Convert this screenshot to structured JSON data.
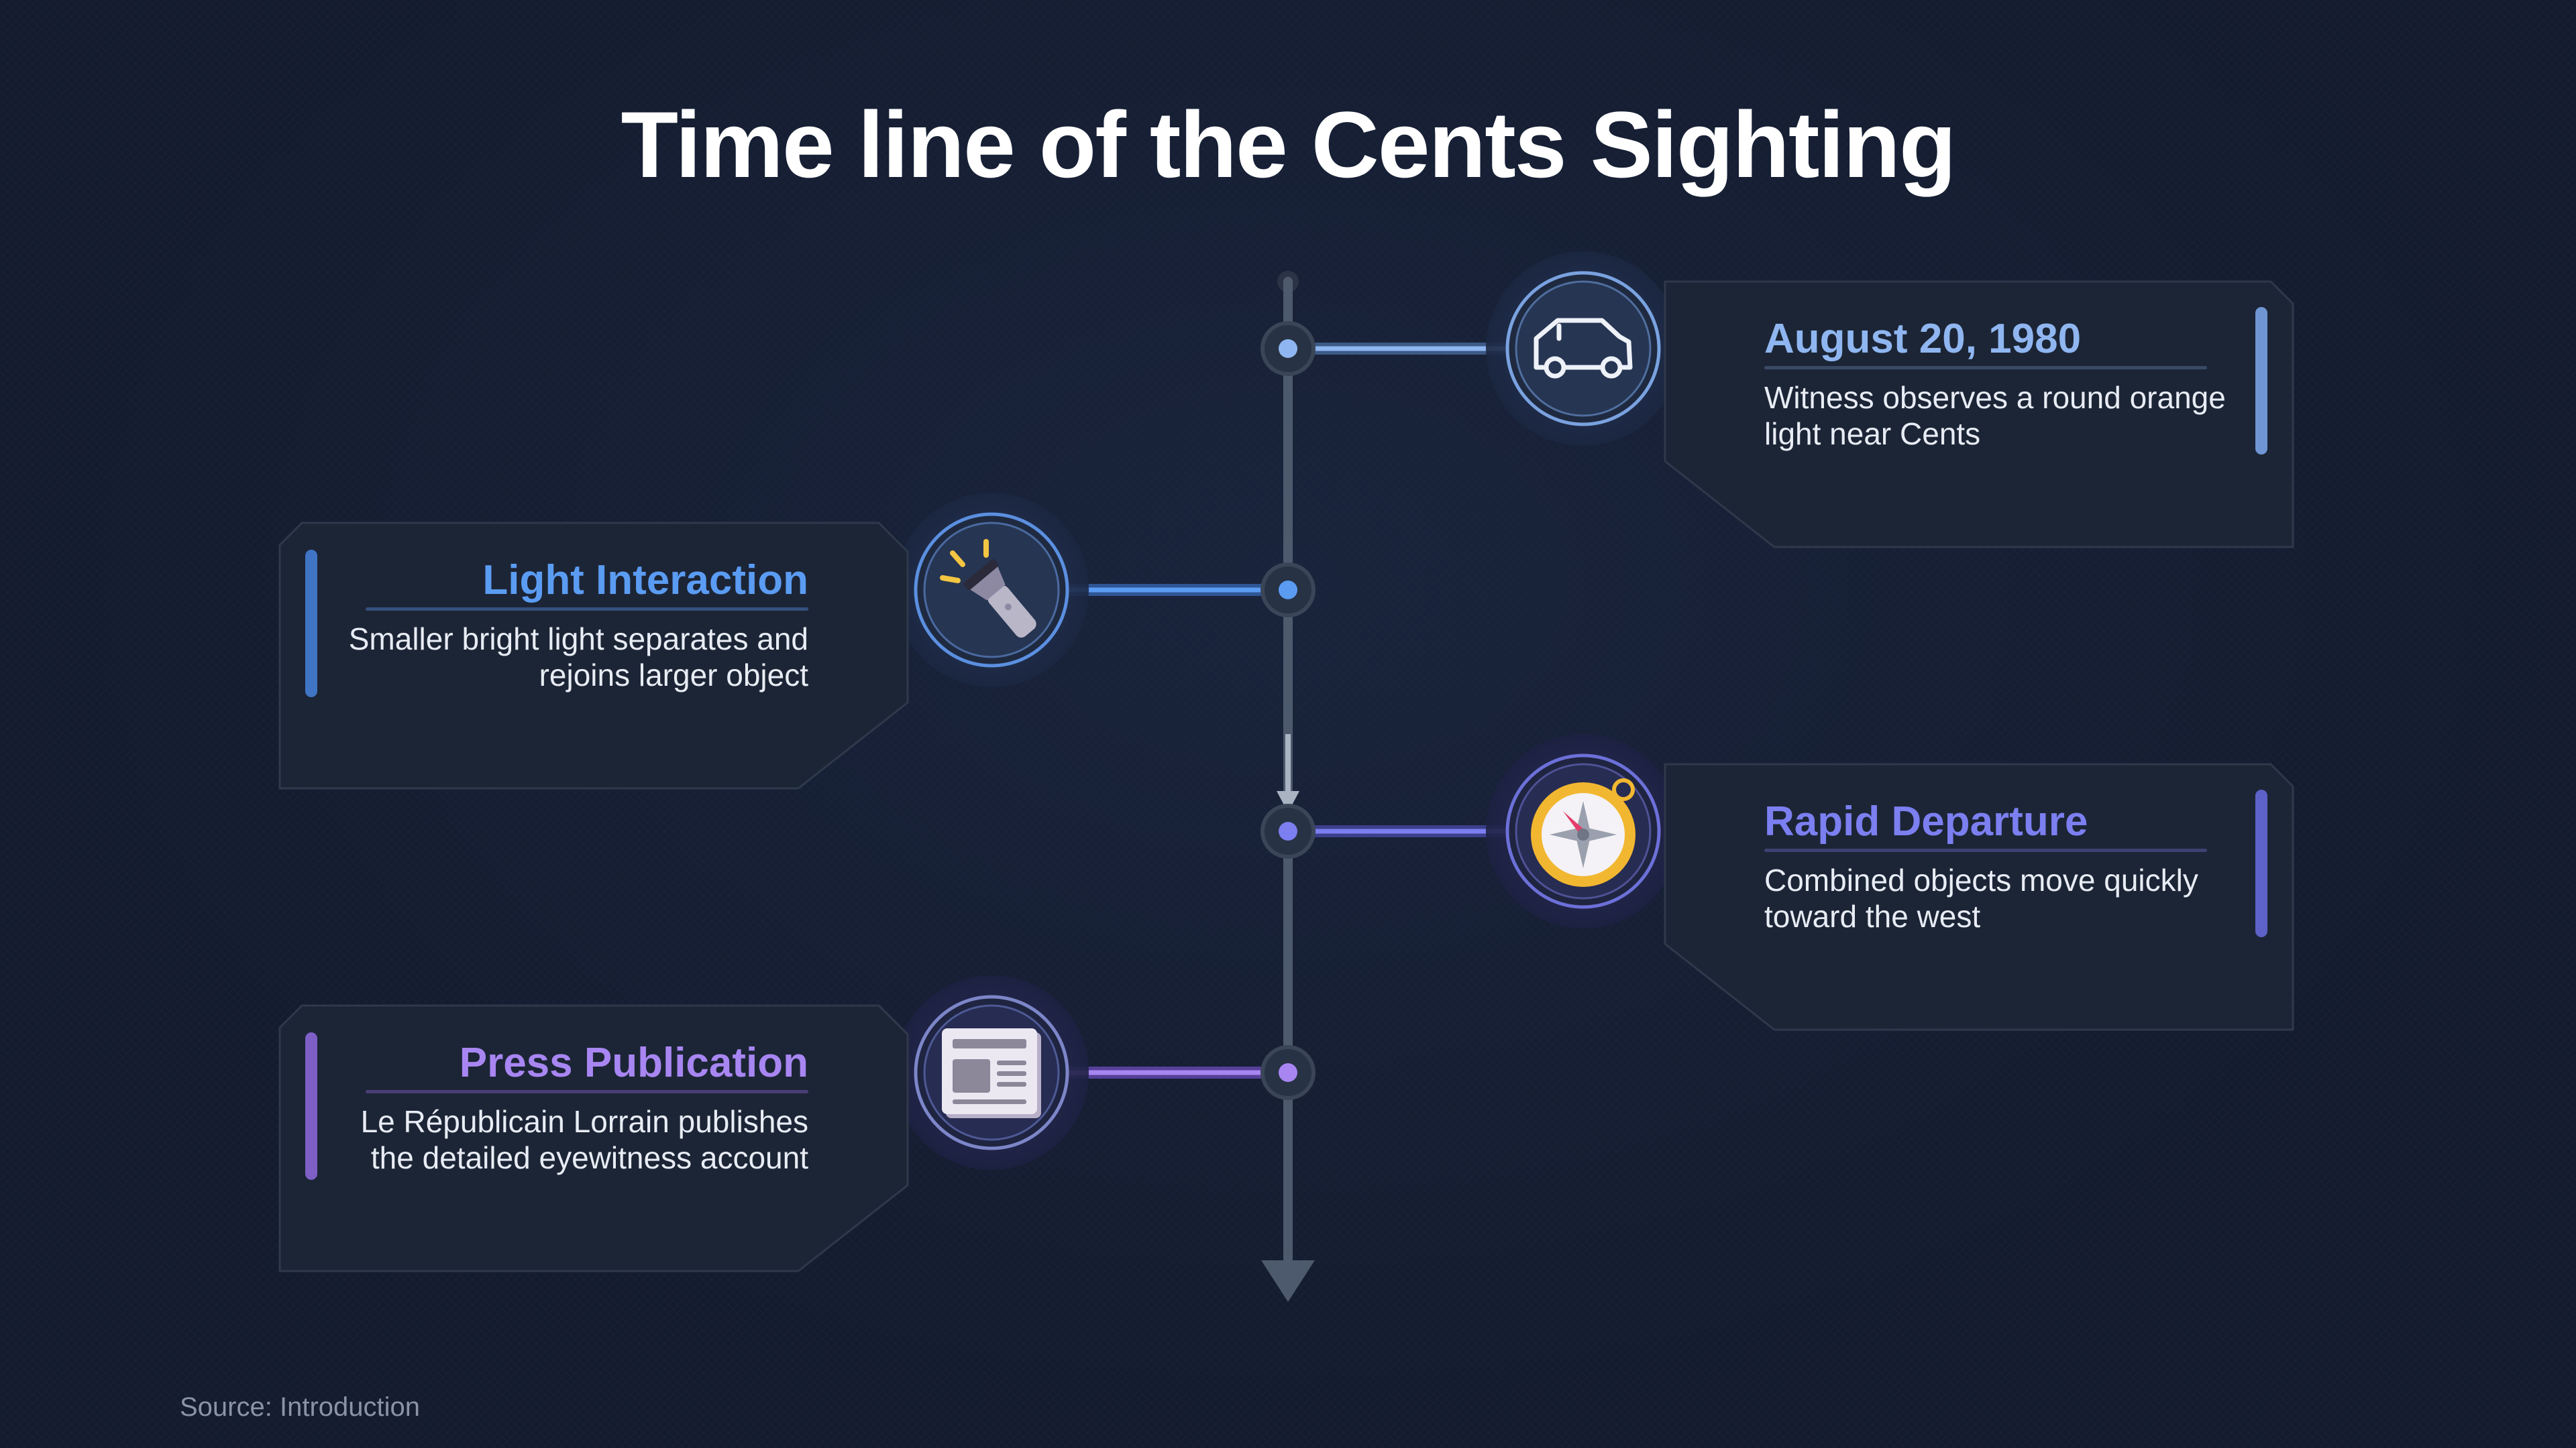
{
  "title": "Time line of the Cents Sighting",
  "source": "Source: Introduction",
  "events": [
    {
      "heading": "August 20, 1980",
      "description": "Witness observes a round orange light near Cents",
      "icon": "car-icon",
      "side": "right",
      "accent": "#8fb6f0",
      "bar": "#6f96d2"
    },
    {
      "heading": "Light Interaction",
      "description": "Smaller bright light separates and rejoins larger object",
      "icon": "flashlight-icon",
      "side": "left",
      "accent": "#5b9cf3",
      "bar": "#3f75c4"
    },
    {
      "heading": "Rapid Departure",
      "description": "Combined objects move quickly toward the west",
      "icon": "compass-icon",
      "side": "right",
      "accent": "#7b7ff0",
      "bar": "#5d62c8"
    },
    {
      "heading": "Press Publication",
      "description": "Le Républicain Lorrain publishes the detailed eyewitness account",
      "icon": "newspaper-icon",
      "side": "left",
      "accent": "#a886f2",
      "bar": "#7d5fc6"
    }
  ]
}
